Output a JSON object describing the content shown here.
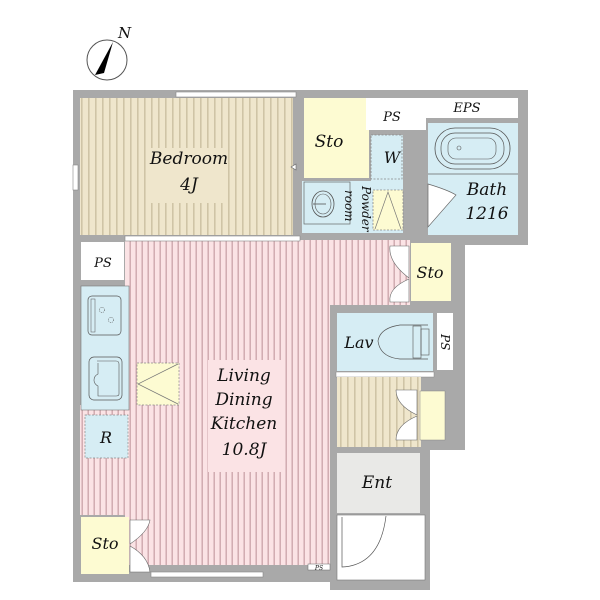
{
  "floorplan": {
    "compass": {
      "label": "N"
    },
    "rooms": {
      "bedroom": {
        "name": "Bedroom",
        "size": "4J"
      },
      "ldk": {
        "line1": "Living",
        "line2": "Dining",
        "line3": "Kitchen",
        "size": "10.8J"
      },
      "bath": {
        "name": "Bath",
        "size": "1216"
      },
      "powder": {
        "line1": "Powder",
        "line2": "room"
      },
      "lav": {
        "name": "Lav"
      },
      "ent": {
        "name": "Ent"
      },
      "refrigerator": {
        "name": "R"
      },
      "washer": {
        "name": "W"
      }
    },
    "storage": {
      "top": "Sto",
      "right": "Sto",
      "bottom_left": "Sto"
    },
    "shafts": {
      "ps_top": "PS",
      "eps_top": "EPS",
      "ps_left": "PS",
      "ps_lav": "PS",
      "ps_bottom": "PS"
    },
    "colors": {
      "wall": "#a9a9a9",
      "bedroom_floor": "#efe6cc",
      "bedroom_stripe": "#cfc4a6",
      "ldk_floor": "#fbe3e5",
      "ldk_stripe": "#cda7ad",
      "wet_area": "#d6edf4",
      "storage": "#fdfbd2",
      "entrance": "#e9e9e7"
    }
  }
}
